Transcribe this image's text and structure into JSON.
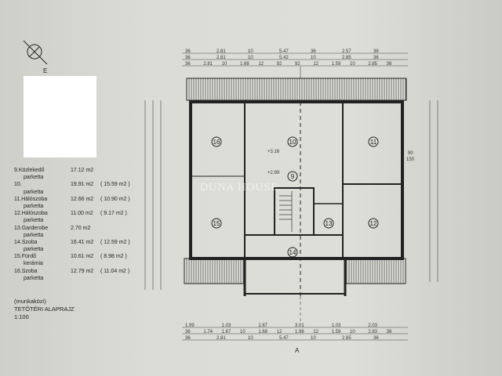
{
  "compass": {
    "label": "E",
    "icon": "north-arrow-icon"
  },
  "legend": [
    {
      "name": "9.Közlekedő",
      "area": "17.12 m2",
      "net": "",
      "floor": "parketta"
    },
    {
      "name": "10.",
      "area": "19.91 m2",
      "net": "( 15.59 m2 )",
      "floor": "parketta"
    },
    {
      "name": "11.Hálószoba",
      "area": "12.66 m2",
      "net": "( 10.90 m2 )",
      "floor": "parketta"
    },
    {
      "name": "12.Hálószoba",
      "area": "11.00 m2",
      "net": "(  9.17 m2 )",
      "floor": "parketta"
    },
    {
      "name": "13.Garderobe",
      "area": "2.70 m2",
      "net": "",
      "floor": "parketta"
    },
    {
      "name": "14.Szoba",
      "area": "16.41 m2",
      "net": "( 12.59 m2 )",
      "floor": "parketta"
    },
    {
      "name": "15.Fürdő",
      "area": "10.61 m2",
      "net": "(  8.98 m2 )",
      "floor": "kerámia"
    },
    {
      "name": "16.Szoba",
      "area": "12.79 m2",
      "net": "( 11.04 m2 )",
      "floor": "parketta"
    }
  ],
  "plan_title": {
    "note": "(munkaközi)",
    "title": "TETŐTÉRI  ALAPRAJZ",
    "scale": "1:100"
  },
  "watermark": "DUNA HOUSE",
  "rooms": [
    "16",
    "10",
    "11",
    "9",
    "15",
    "13",
    "12",
    "14"
  ],
  "levels": [
    "+3.16",
    "+2.99"
  ],
  "dims_top": [
    [
      "36",
      "2.81",
      "10",
      "5.47",
      "36",
      "2.57",
      "36"
    ],
    [
      "36",
      "2.81",
      "10",
      "5.42",
      "10",
      "2.85",
      "36"
    ],
    [
      "36",
      "2.81",
      "10",
      "1.68",
      "12",
      "92",
      "92",
      "12",
      "1.59",
      "10",
      "2.85",
      "36"
    ]
  ],
  "dims_bottom": [
    [
      "1.99",
      "1.03",
      "2.87",
      "3.01",
      "1.03",
      "2.03"
    ],
    [
      "36",
      "1.74",
      "1.67",
      "10",
      "1.68",
      "12",
      "1.96",
      "12",
      "1.59",
      "10",
      "2.83",
      "36"
    ],
    [
      "36",
      "2.81",
      "10",
      "5.47",
      "10",
      "2.85",
      "36"
    ]
  ],
  "section_label": "A",
  "window_labels": [
    "90",
    "150"
  ]
}
